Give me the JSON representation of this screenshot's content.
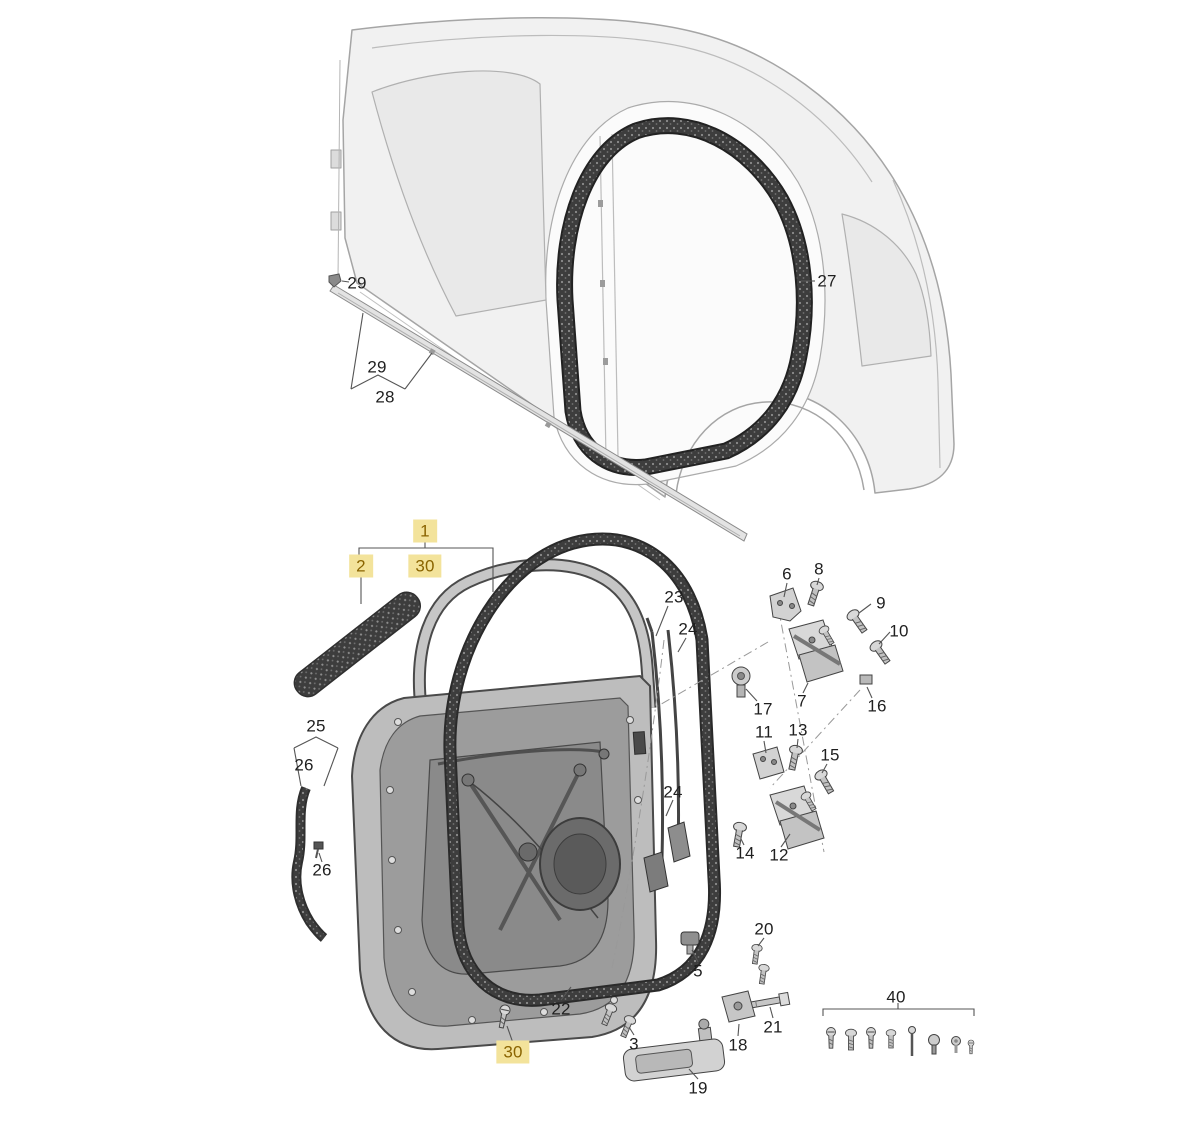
{
  "diagram": {
    "highlight_color": "#f3e39b",
    "callouts": {
      "c29_clip": "29",
      "c29_strip": "29",
      "c28": "28",
      "c27": "27",
      "c1": "1",
      "c2": "2",
      "c30_top": "30",
      "c23": "23",
      "c24_upper": "24",
      "c6": "6",
      "c8": "8",
      "c9": "9",
      "c10": "10",
      "c17": "17",
      "c7": "7",
      "c16": "16",
      "c11": "11",
      "c13": "13",
      "c15": "15",
      "c14": "14",
      "c12": "12",
      "c25": "25",
      "c26_upper": "26",
      "c26_lower": "26",
      "c24_lower": "24",
      "c5": "5",
      "c22": "22",
      "c3": "3",
      "c30_bottom": "30",
      "c19": "19",
      "c18": "18",
      "c20": "20",
      "c21": "21",
      "c40": "40"
    }
  }
}
